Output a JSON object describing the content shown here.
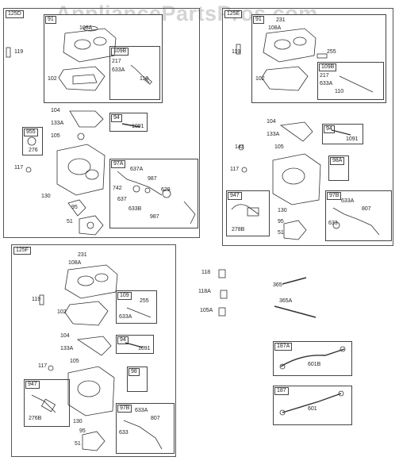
{
  "watermark": "AppliancePartsPros.com",
  "panels": [
    {
      "id": "125D",
      "code": "125D"
    },
    {
      "id": "125E",
      "code": "125E"
    },
    {
      "id": "125F",
      "code": "125F"
    }
  ],
  "boxes": {
    "p1_91": "91",
    "p1_109b": "109B",
    "p1_955": "955",
    "p1_94": "94",
    "p1_97a": "97A",
    "p2_91": "91",
    "p2_109b": "109B",
    "p2_94": "94",
    "p2_98a": "98A",
    "p2_947": "947",
    "p2_97b": "97B",
    "p3_109": "109",
    "p3_94": "94",
    "p3_98": "98",
    "p3_947": "947",
    "p3_97b": "97B",
    "r_187a": "187A",
    "r_187": "187"
  },
  "labels": {
    "p1": [
      "108A",
      "119",
      "102",
      "217",
      "633A",
      "110",
      "104",
      "133A",
      "1091",
      "105",
      "276",
      "117",
      "637A",
      "742",
      "987",
      "637",
      "629",
      "130",
      "633B",
      "95",
      "987",
      "51"
    ],
    "p2": [
      "231",
      "108A",
      "255",
      "119",
      "217",
      "633A",
      "102",
      "110",
      "104",
      "133A",
      "1091",
      "142",
      "105",
      "117",
      "130",
      "278B",
      "95",
      "51",
      "633A",
      "807",
      "633"
    ],
    "p3": [
      "231",
      "108A",
      "119",
      "255",
      "102",
      "633A",
      "104",
      "133A",
      "1091",
      "105",
      "117",
      "276B",
      "130",
      "95",
      "51",
      "633A",
      "807",
      "633"
    ],
    "r": [
      "118",
      "118A",
      "105A",
      "365",
      "365A",
      "601B",
      "601"
    ]
  }
}
